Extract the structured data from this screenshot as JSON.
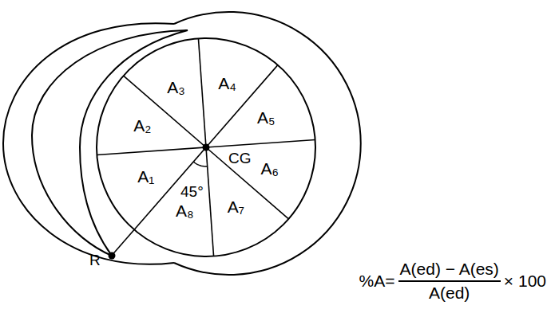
{
  "diagram": {
    "nodes": [
      {
        "text": [
          "A₁"
        ]
      },
      {
        "text": [
          "A₂"
        ]
      },
      {
        "text": [
          "A₃"
        ]
      },
      {
        "text": [
          "A₄"
        ]
      },
      {
        "text": [
          "A₅"
        ]
      },
      {
        "text": [
          "A₆"
        ]
      },
      {
        "text": [
          "A₇"
        ]
      },
      {
        "text": [
          "A₈"
        ]
      }
    ],
    "labels": [
      "CG",
      "R",
      "45°",
      "%A=",
      "A(ed) − A(es)",
      "A(ed)",
      "× 100"
    ]
  }
}
